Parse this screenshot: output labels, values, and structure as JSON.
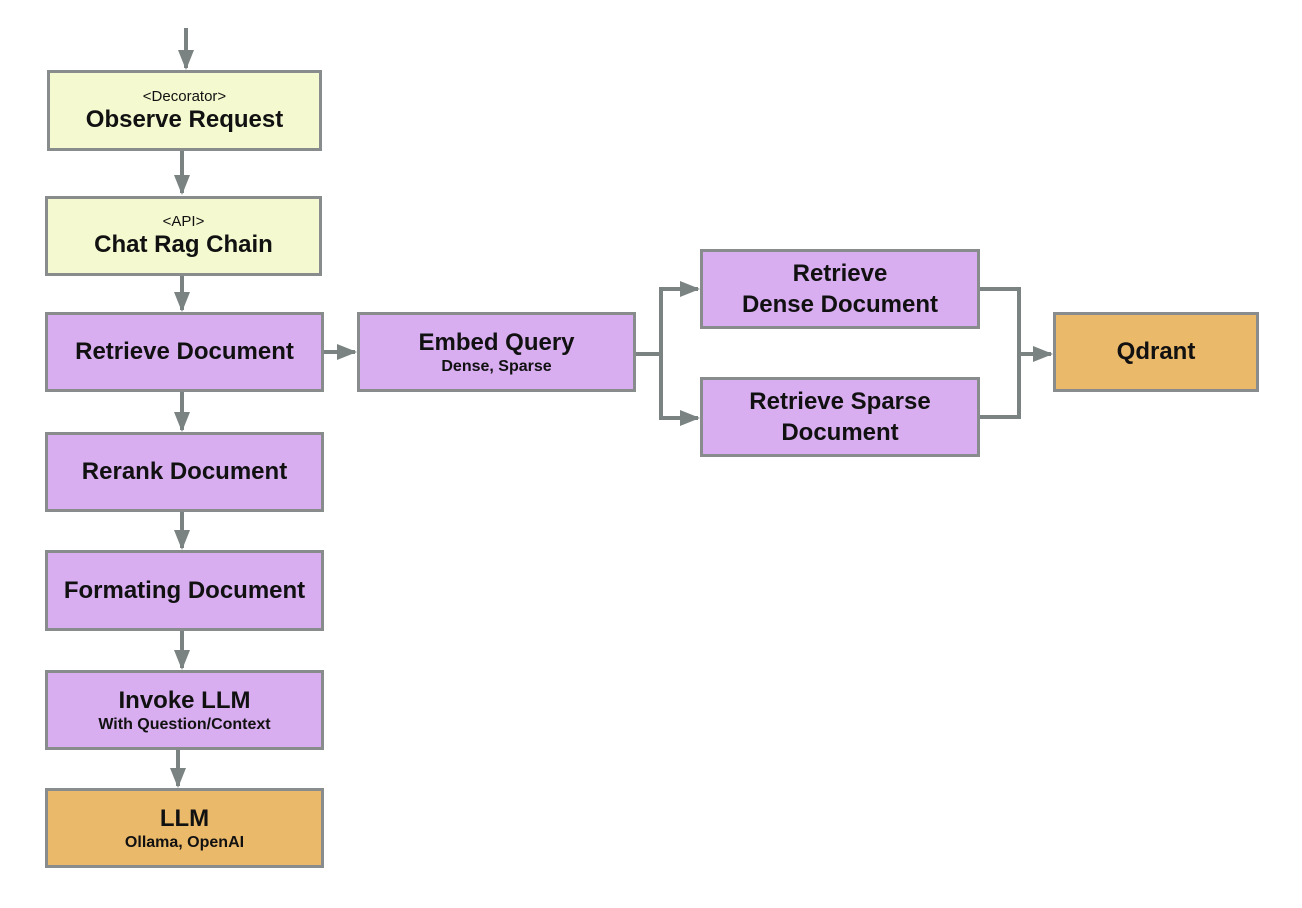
{
  "colors": {
    "stereotype_fill": "#f4f9cf",
    "step_fill": "#d8aef1",
    "external_fill": "#ebb96a",
    "border": "#888c8c",
    "connector": "#7a8382"
  },
  "nodes": {
    "observe_request": {
      "stereotype": "<Decorator>",
      "title": "Observe Request"
    },
    "chat_rag_chain": {
      "stereotype": "<API>",
      "title": "Chat Rag Chain"
    },
    "retrieve_document": {
      "title": "Retrieve Document"
    },
    "rerank_document": {
      "title": "Rerank Document"
    },
    "formating_document": {
      "title": "Formating Document"
    },
    "invoke_llm": {
      "title": "Invoke LLM",
      "subtitle": "With Question/Context"
    },
    "llm": {
      "title": "LLM",
      "subtitle": "Ollama, OpenAI"
    },
    "embed_query": {
      "title": "Embed Query",
      "subtitle": "Dense, Sparse"
    },
    "retrieve_dense": {
      "line1": "Retrieve",
      "line2": "Dense Document"
    },
    "retrieve_sparse": {
      "line1": "Retrieve Sparse",
      "line2": "Document"
    },
    "qdrant": {
      "title": "Qdrant"
    }
  }
}
